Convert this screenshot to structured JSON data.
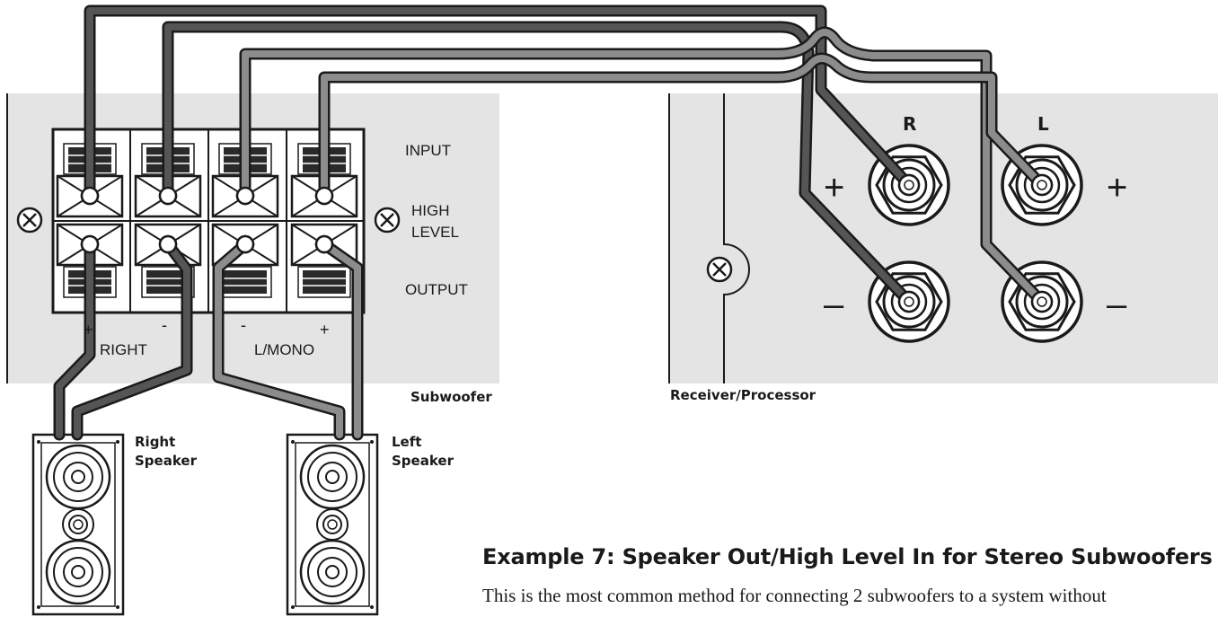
{
  "subwoofer": {
    "name": "Subwoofer",
    "input_label": "INPUT",
    "high_label": "HIGH",
    "level_label": "LEVEL",
    "output_label": "OUTPUT",
    "plus": "+",
    "minus": "-",
    "right_label": "RIGHT",
    "lmono_label": "L/MONO"
  },
  "receiver": {
    "name": "Receiver/Processor",
    "right_label": "R",
    "left_label": "L",
    "plus": "+",
    "minus": "–"
  },
  "speakers": {
    "right_line1": "Right",
    "right_line2": "Speaker",
    "left_line1": "Left",
    "left_line2": "Speaker"
  },
  "example": {
    "title": "Example 7: Speaker Out/High Level In for Stereo Subwoofers",
    "body": "This is the most common method for connecting 2 subwoofers to a system without"
  },
  "colors": {
    "panel": "#e4e4e4",
    "wire_dark": "#555555",
    "wire_light": "#8c8c8c",
    "ink": "#1a1a1a"
  }
}
